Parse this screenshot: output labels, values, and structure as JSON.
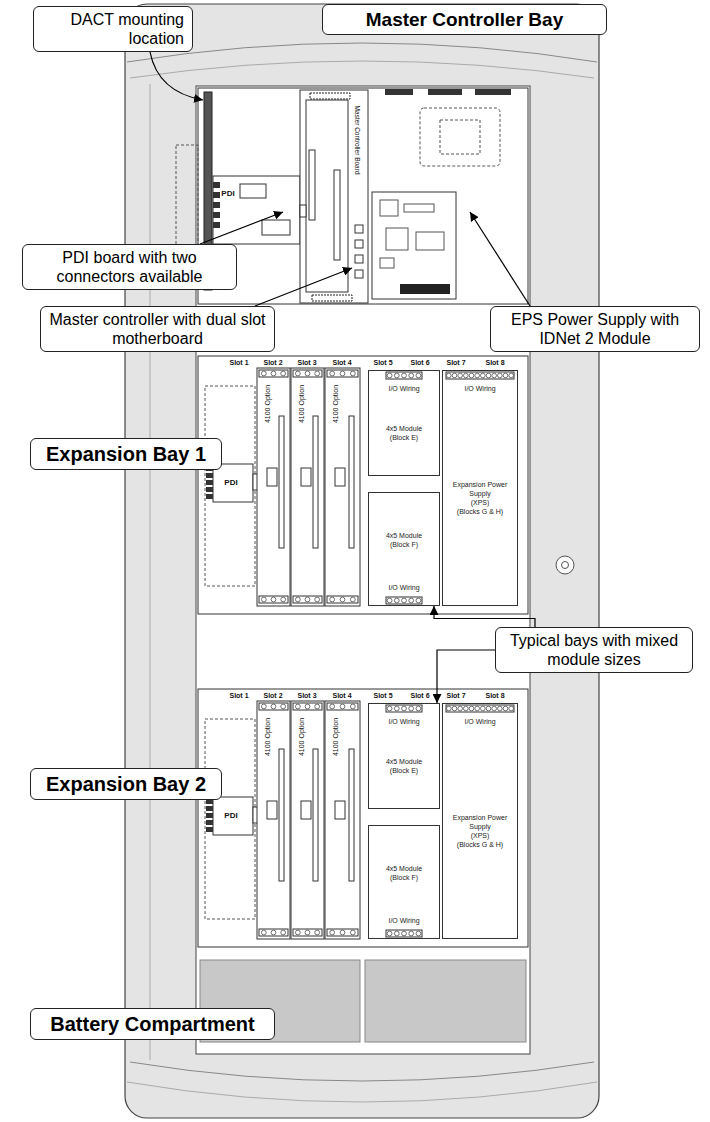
{
  "diagram": {
    "nodes": [
      {
        "text": [
          "DACT mounting location"
        ]
      },
      {
        "text": [
          "Master Controller Bay"
        ]
      },
      {
        "text": [
          "PDI board with two connectors available"
        ]
      },
      {
        "text": [
          "Master controller with dual slot motherboard"
        ]
      },
      {
        "text": [
          "EPS Power Supply with IDNet 2 Module"
        ]
      },
      {
        "text": [
          "Expansion Bay 1"
        ]
      },
      {
        "text": [
          "I/O Wiring",
          "4x5 Module",
          "(Block E)"
        ]
      },
      {
        "text": [
          "4x5 Module",
          "(Block F)",
          "I/O Wiring"
        ]
      },
      {
        "text": [
          "I/O Wiring",
          "Expansion Power Supply",
          "(XPS)",
          "(Blocks G & H)"
        ]
      },
      {
        "text": [
          "Typical bays with mixed module sizes"
        ]
      },
      {
        "text": [
          "Expansion Bay 2"
        ]
      },
      {
        "text": [
          "I/O Wiring",
          "4x5 Module",
          "(Block E)"
        ]
      },
      {
        "text": [
          "4x5 Module",
          "(Block F)",
          "I/O Wiring"
        ]
      },
      {
        "text": [
          "I/O Wiring",
          "Expansion Power Supply",
          "(XPS)",
          "(Blocks G & H)"
        ]
      },
      {
        "text": [
          "Battery Compartment"
        ]
      }
    ],
    "edges": [
      {
        "from": 9,
        "to": 7,
        "arrow": "to"
      },
      {
        "from": 9,
        "to": 11,
        "arrow": "to"
      }
    ],
    "labels": [
      "PDI",
      "Master Controller Board",
      "Slot 1",
      "Slot 2",
      "Slot 3",
      "Slot 4",
      "Slot 5",
      "Slot 6",
      "Slot 7",
      "Slot 8",
      "PDI",
      "4100 Option",
      "4100 Option",
      "4100 Option",
      "Slot 1",
      "Slot 2",
      "Slot 3",
      "Slot 4",
      "Slot 5",
      "Slot 6",
      "Slot 7",
      "Slot 8",
      "PDI",
      "4100 Option",
      "4100 Option",
      "4100 Option"
    ]
  }
}
